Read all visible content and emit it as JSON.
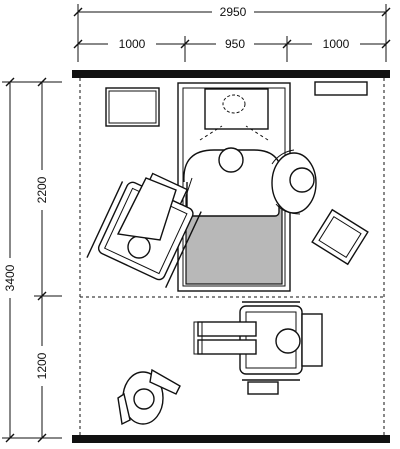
{
  "dimensions": {
    "top_total": "2950",
    "top_left": "1000",
    "top_middle": "950",
    "top_right": "1000",
    "left_total": "3400",
    "left_upper": "2200",
    "left_lower": "1200"
  },
  "colors": {
    "ink": "#111111",
    "bed_shade": "#b8b8b8",
    "paper": "#ffffff"
  },
  "icons": [
    "bed-icon",
    "pillow-icon",
    "bedside-table-icon",
    "wall-cabinet-icon",
    "chair-icon",
    "wheelchair-icon",
    "patient-figure-icon",
    "caregiver-figure-icon",
    "walking-person-icon"
  ]
}
